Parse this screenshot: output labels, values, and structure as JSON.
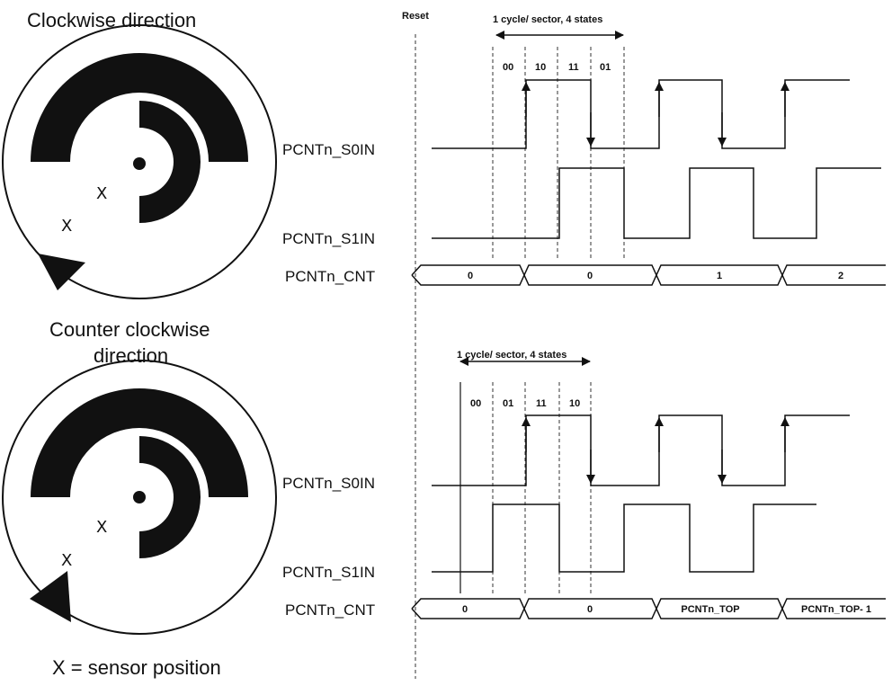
{
  "top": {
    "title": "Clockwise direction",
    "reset_label": "Reset",
    "cycle_label": "1 cycle/ sector, 4 states",
    "states": [
      "00",
      "10",
      "11",
      "01"
    ],
    "s0_label": "PCNTn_S0IN",
    "s1_label": "PCNTn_S1IN",
    "cnt_label": "PCNTn_CNT",
    "cnt_values": [
      "0",
      "0",
      "1",
      "2"
    ]
  },
  "bottom": {
    "title_line1": "Counter clockwise",
    "title_line2": "direction",
    "cycle_label": "1 cycle/ sector, 4 states",
    "states": [
      "00",
      "01",
      "11",
      "10"
    ],
    "s0_label": "PCNTn_S0IN",
    "s1_label": "PCNTn_S1IN",
    "cnt_label": "PCNTn_CNT",
    "cnt_values": [
      "0",
      "0",
      "PCNTn_TOP",
      "PCNTn_TOP- 1"
    ]
  },
  "sensor_marker": "X",
  "legend": "X =  sensor position"
}
